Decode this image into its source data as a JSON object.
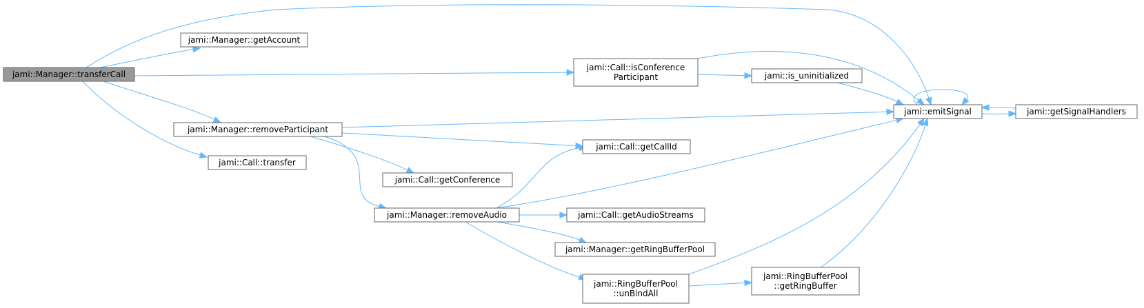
{
  "diagram": {
    "nodes": {
      "transferCall": {
        "label": [
          "jami::Manager::transferCall"
        ],
        "kind": "root"
      },
      "getAccount": {
        "label": [
          "jami::Manager::getAccount"
        ]
      },
      "isConferenceParticipant": {
        "label": [
          "jami::Call::isConference",
          "Participant"
        ]
      },
      "isUninitialized": {
        "label": [
          "jami::is_uninitialized"
        ]
      },
      "emitSignal": {
        "label": [
          "jami::emitSignal"
        ]
      },
      "getSignalHandlers": {
        "label": [
          "jami::getSignalHandlers"
        ]
      },
      "removeParticipant": {
        "label": [
          "jami::Manager::removeParticipant"
        ]
      },
      "getCallId": {
        "label": [
          "jami::Call::getCallId"
        ]
      },
      "transfer": {
        "label": [
          "jami::Call::transfer"
        ]
      },
      "getConference": {
        "label": [
          "jami::Call::getConference"
        ]
      },
      "removeAudio": {
        "label": [
          "jami::Manager::removeAudio"
        ]
      },
      "getAudioStreams": {
        "label": [
          "jami::Call::getAudioStreams"
        ]
      },
      "getRingBufferPool": {
        "label": [
          "jami::Manager::getRingBufferPool"
        ]
      },
      "unBindAll": {
        "label": [
          "jami::RingBufferPool",
          "::unBindAll"
        ]
      },
      "getRingBuffer": {
        "label": [
          "jami::RingBufferPool",
          "::getRingBuffer"
        ]
      }
    },
    "edges": [
      [
        "transferCall",
        "getAccount"
      ],
      [
        "transferCall",
        "emitSignal"
      ],
      [
        "transferCall",
        "isConferenceParticipant"
      ],
      [
        "transferCall",
        "removeParticipant"
      ],
      [
        "transferCall",
        "transfer"
      ],
      [
        "isConferenceParticipant",
        "emitSignal"
      ],
      [
        "isConferenceParticipant",
        "isUninitialized"
      ],
      [
        "isUninitialized",
        "emitSignal"
      ],
      [
        "emitSignal",
        "emitSignal"
      ],
      [
        "emitSignal",
        "getSignalHandlers"
      ],
      [
        "getSignalHandlers",
        "emitSignal"
      ],
      [
        "removeParticipant",
        "emitSignal"
      ],
      [
        "removeParticipant",
        "getCallId"
      ],
      [
        "removeParticipant",
        "getConference"
      ],
      [
        "removeParticipant",
        "removeAudio"
      ],
      [
        "removeAudio",
        "getCallId"
      ],
      [
        "removeAudio",
        "emitSignal"
      ],
      [
        "removeAudio",
        "getAudioStreams"
      ],
      [
        "removeAudio",
        "getRingBufferPool"
      ],
      [
        "removeAudio",
        "unBindAll"
      ],
      [
        "unBindAll",
        "emitSignal"
      ],
      [
        "unBindAll",
        "getRingBuffer"
      ],
      [
        "getRingBuffer",
        "emitSignal"
      ]
    ],
    "colors": {
      "edge": "#63b8ff",
      "root_fill": "#999999",
      "node_border": "#666666"
    }
  }
}
